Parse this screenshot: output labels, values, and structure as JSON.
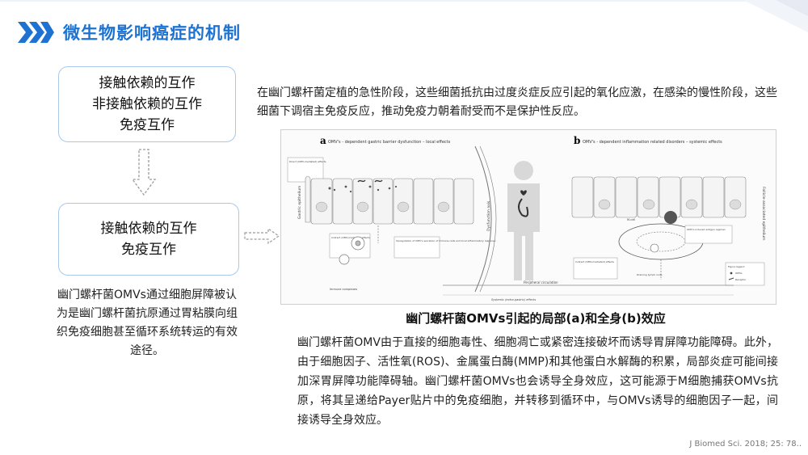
{
  "header": {
    "title": "微生物影响癌症的机制",
    "chevron_color": "#1e73d2"
  },
  "flow": {
    "box1_lines": [
      "接触依赖的互作",
      "非接触依赖的互作",
      "免疫互作"
    ],
    "box2_lines": [
      "接触依赖的互作",
      "免疫互作"
    ],
    "left_note": "幽门螺杆菌OMVs通过细胞屏障被认为是幽门螺杆菌抗原通过胃粘膜向组织免疫细胞甚至循环系统转运的有效途径。"
  },
  "intro": "在幽门螺杆菌定植的急性阶段，这些细菌抵抗由过度炎症反应引起的氧化应激，在感染的慢性阶段，这些细菌下调宿主免疫反应，推动免疫力朝着耐受而不是保护性反应。",
  "figure": {
    "panel_a_letter": "a",
    "panel_a_title": "OMV's - dependent gastric barrier dysfunction – local effects",
    "panel_b_letter": "b",
    "panel_b_title": "OMV's - dependent  inflammation related disorders – systemic effects",
    "label_gastric": "Gastric epithelium",
    "label_dysfunction": "Dysfunction axis",
    "label_follicle": "Follicle-associated epithelium",
    "label_mcell": "M-cell",
    "label_peripheral": "Peripheral circulation",
    "label_systemic": "Systemic (extra-gastric) effects",
    "label_immune": "Immune complexes",
    "note_a1": "Direct (OMV-mediated) effects",
    "note_a2": "Indirect (OMV-mediated) effects",
    "note_a3": "Upregulation of OMV's secretion of immune cells and local inflammatory response",
    "note_b1": "Indirect (OMV-mediated) effects",
    "note_b2": "OMV's induced antigen regimen",
    "note_b3": "Draining lymph node",
    "legend_title": "Figure legend",
    "legend_1": "OMVs",
    "legend_2": "Receptor"
  },
  "caption": "幽门螺杆菌OMVs引起的局部(a)和全身(b)效应",
  "body": "幽门螺杆菌OMV由于直接的细胞毒性、细胞凋亡或紧密连接破坏而诱导胃屏障功能障碍。此外，由于细胞因子、活性氧(ROS)、金属蛋白酶(MMP)和其他蛋白水解酶的积累，局部炎症可能间接加深胃屏障功能障碍轴。幽门螺杆菌OMVs也会诱导全身效应，这可能源于M细胞捕获OMVs抗原，将其呈递给Payer贴片中的免疫细胞，并转移到循环中，与OMVs诱导的细胞因子一起，间接诱导全身效应。",
  "citation": "J Biomed Sci. 2018; 25: 78.."
}
